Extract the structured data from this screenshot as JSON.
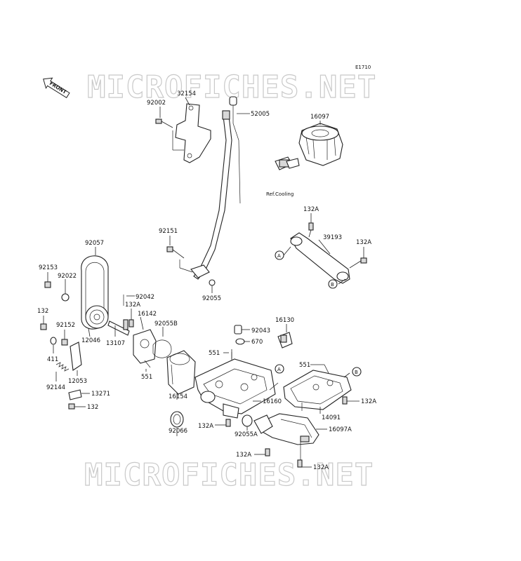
{
  "diagram": {
    "code": "E1710",
    "front_label": "FRONT",
    "ref_cooling": "Ref.Cooling",
    "watermarks": [
      "MICROFICHES.NET",
      "MICROFICHES.NET"
    ],
    "callouts": {
      "A": "A",
      "B": "B"
    },
    "labels": {
      "p92002": "92002",
      "p32154": "32154",
      "p52005": "52005",
      "p16097": "16097",
      "p132A_top": "132A",
      "p39193": "39193",
      "p132A_right": "132A",
      "p92151": "92151",
      "p92055": "92055",
      "p92057": "92057",
      "p92153": "92153",
      "p92022": "92022",
      "p92042": "92042",
      "p132A_mid": "132A",
      "p16142": "16142",
      "p92055B": "92055B",
      "p132": "132",
      "p92152": "92152",
      "p12046": "12046",
      "p13107": "13107",
      "p411": "411",
      "p12053": "12053",
      "p92144": "92144",
      "p13271": "13271",
      "p132_b": "132",
      "p551_left": "551",
      "p92043": "92043",
      "p16130": "16130",
      "p670": "670",
      "p551_mid": "551",
      "p16154": "16154",
      "p16160": "16160",
      "p92066": "92066",
      "p132A_low": "132A",
      "p92055A": "92055A",
      "p551_right": "551",
      "p132A_rr": "132A",
      "p14091": "14091",
      "p16097A": "16097A",
      "p132A_bot1": "132A",
      "p132A_bot2": "132A"
    }
  }
}
